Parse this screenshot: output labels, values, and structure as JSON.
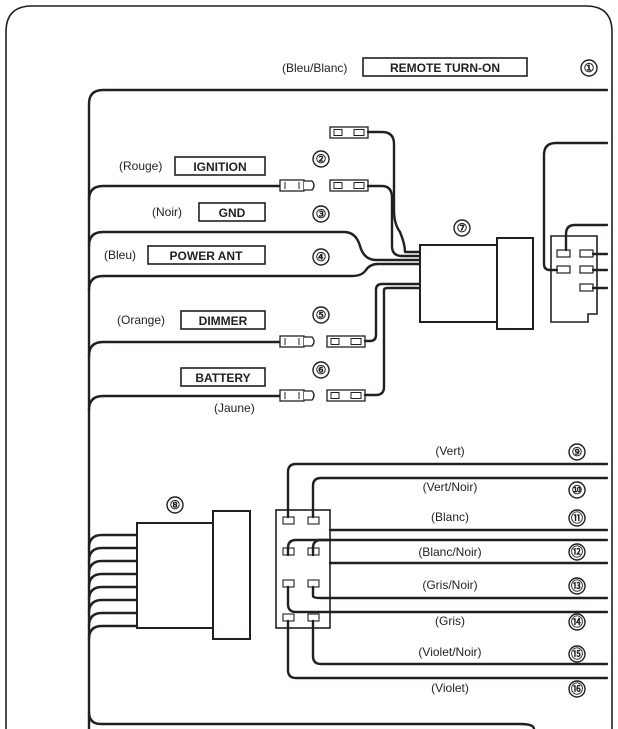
{
  "wires": [
    {
      "num": "①",
      "color": "(Bleu/Blanc)",
      "function": "REMOTE TURN-ON"
    },
    {
      "num": "②",
      "color": "(Rouge)",
      "function": "IGNITION"
    },
    {
      "num": "③",
      "color": "(Noir)",
      "function": "GND"
    },
    {
      "num": "④",
      "color": "(Bleu)",
      "function": "POWER ANT"
    },
    {
      "num": "⑤",
      "color": "(Orange)",
      "function": "DIMMER"
    },
    {
      "num": "⑥",
      "color": "(Jaune)",
      "function": "BATTERY"
    }
  ],
  "connectors": {
    "main": "⑦",
    "speaker": "⑧"
  },
  "speaker_wires": [
    {
      "num": "⑨",
      "color": "(Vert)"
    },
    {
      "num": "⑩",
      "color": "(Vert/Noir)"
    },
    {
      "num": "⑪",
      "color": "(Blanc)"
    },
    {
      "num": "⑫",
      "color": "(Blanc/Noir)"
    },
    {
      "num": "⑬",
      "color": "(Gris/Noir)"
    },
    {
      "num": "⑭",
      "color": "(Gris)"
    },
    {
      "num": "⑮",
      "color": "(Violet/Noir)"
    },
    {
      "num": "⑯",
      "color": "(Violet)"
    }
  ]
}
